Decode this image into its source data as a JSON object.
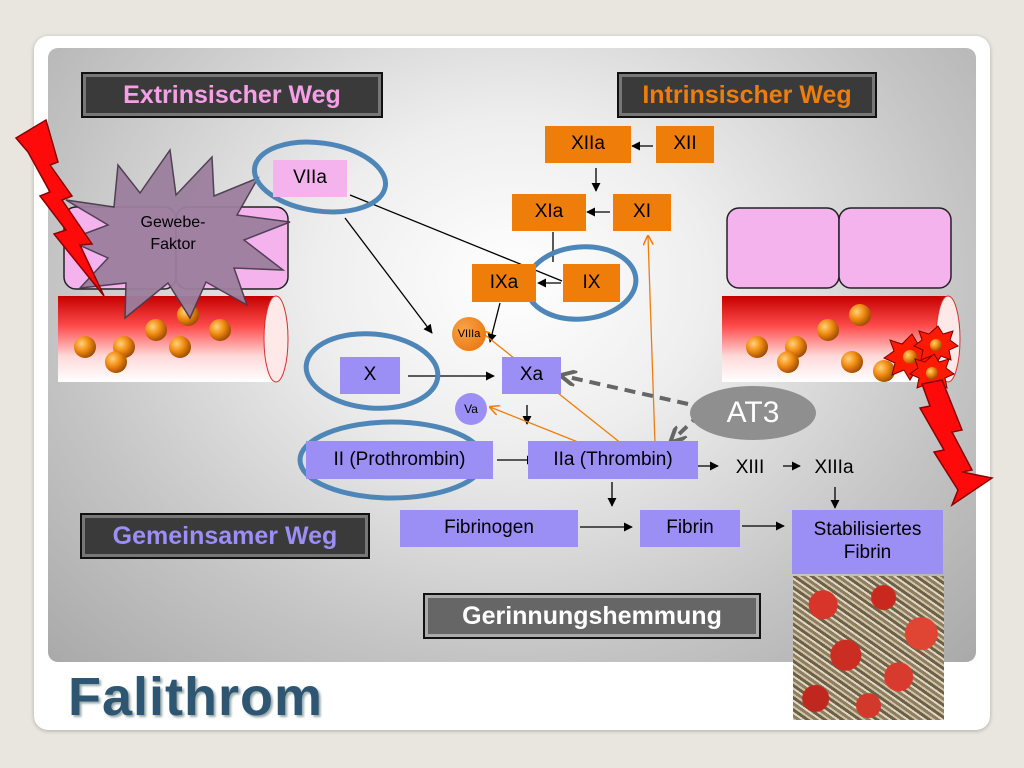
{
  "titles": {
    "extrinsic": "Extrinsischer Weg",
    "intrinsic": "Intrinsischer Weg",
    "common": "Gemeinsamer Weg",
    "inhibition": "Gerinnungshemmung",
    "drug": "Falithrom"
  },
  "tissue_factor": {
    "line1": "Gewebe-",
    "line2": "Faktor"
  },
  "factors": {
    "XIIa": "XIIa",
    "XII": "XII",
    "XIa": "XIa",
    "XI": "XI",
    "IXa": "IXa",
    "IX": "IX",
    "VIIa": "VIIa",
    "VIIIa": "VIIIa",
    "X": "X",
    "Xa": "Xa",
    "Va": "Va",
    "II": "II (Prothrombin)",
    "IIa": "IIa (Thrombin)",
    "XIII": "XIII",
    "XIIIa": "XIIIa",
    "fibrinogen": "Fibrinogen",
    "fibrin": "Fibrin",
    "stab_line1": "Stabilisiertes",
    "stab_line2": "Fibrin"
  },
  "inhibitor": "AT3",
  "colors": {
    "orange_box": "#ef7d0a",
    "purple_box": "#9b8ef5",
    "pink_box": "#f5b3ee",
    "highlight_ring": "#4f86b8",
    "extrinsic_title": "#f5a0e6",
    "intrinsic_title": "#ef7d0a",
    "common_title": "#9b8ef5",
    "drug_title": "#2e5672"
  }
}
